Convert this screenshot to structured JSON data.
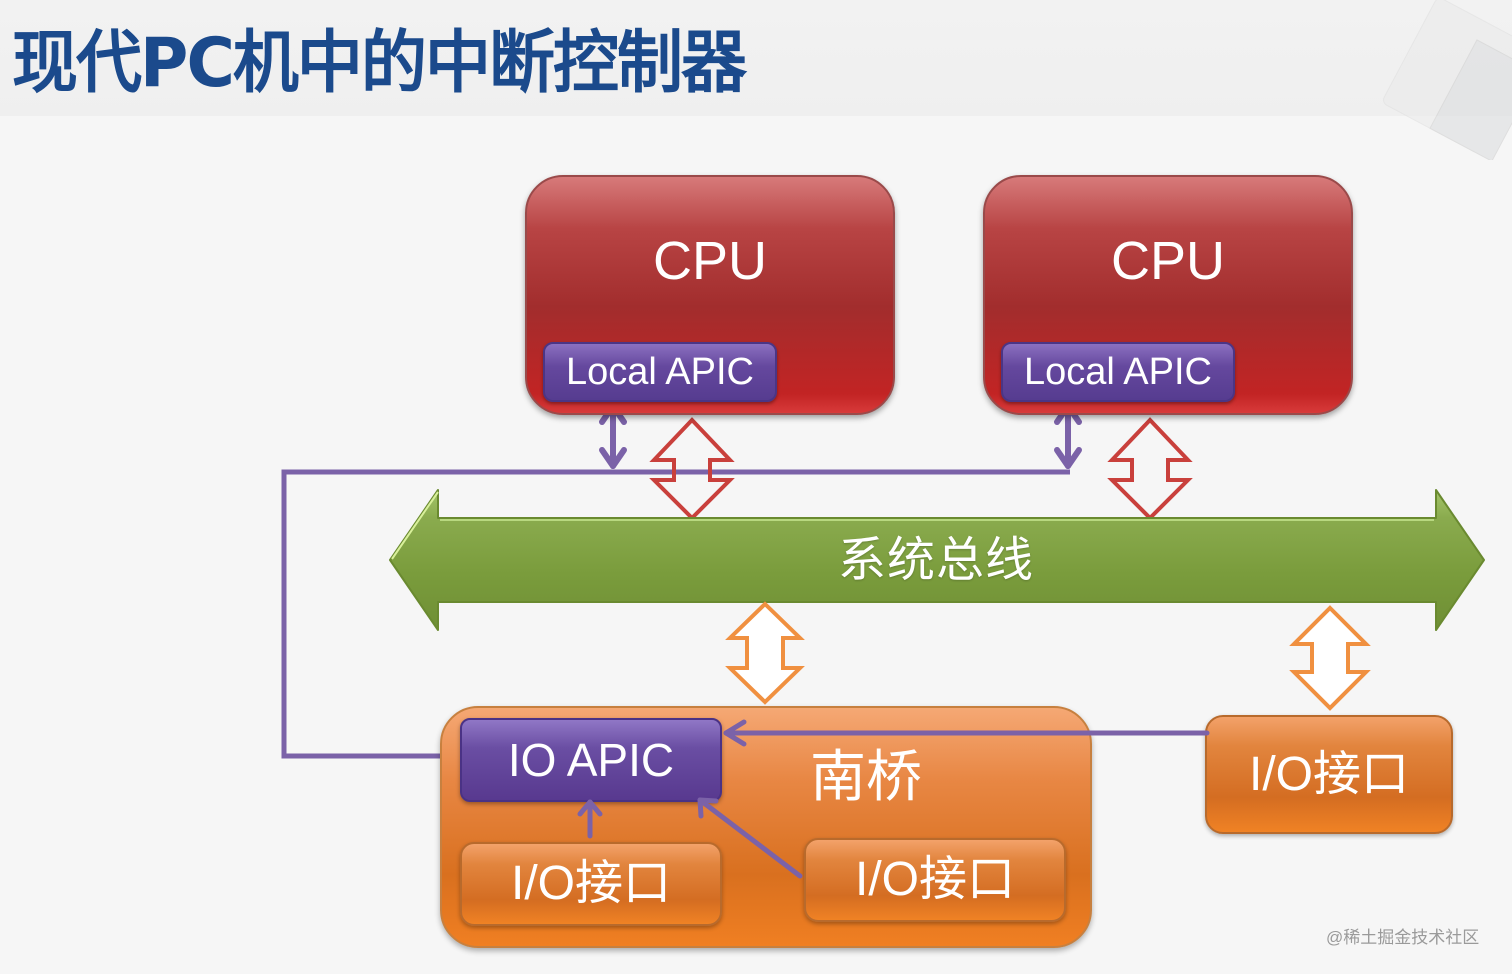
{
  "slide": {
    "title": "现代PC机中的中断控制器",
    "watermark": "@稀土掘金技术社区"
  },
  "colors": {
    "title": "#1b4a8c",
    "cpu": "#a22d2d",
    "apic": "#5e4399",
    "bus": "#7a9c3c",
    "southbridge": "#e07a2a",
    "connector_purple": "#7b62a8",
    "cpu_bus_arrow": "#c9403c",
    "sb_bus_arrow": "#f09040"
  },
  "diagram": {
    "cpus": [
      {
        "label": "CPU",
        "apic_label": "Local APIC"
      },
      {
        "label": "CPU",
        "apic_label": "Local APIC"
      }
    ],
    "system_bus": {
      "label": "系统总线"
    },
    "southbridge": {
      "label": "南桥",
      "io_apic_label": "IO APIC",
      "io_interfaces": [
        {
          "label": "I/O接口"
        },
        {
          "label": "I/O接口"
        }
      ]
    },
    "external_io": {
      "label": "I/O接口"
    },
    "connections": [
      {
        "from": "Local APIC (CPU 1)",
        "to": "APIC bus",
        "type": "bidirectional"
      },
      {
        "from": "Local APIC (CPU 2)",
        "to": "APIC bus",
        "type": "bidirectional"
      },
      {
        "from": "CPU 1",
        "to": "系统总线",
        "type": "bidirectional"
      },
      {
        "from": "CPU 2",
        "to": "系统总线",
        "type": "bidirectional"
      },
      {
        "from": "系统总线",
        "to": "南桥",
        "type": "bidirectional"
      },
      {
        "from": "系统总线",
        "to": "I/O接口 (external)",
        "type": "bidirectional"
      },
      {
        "from": "IO APIC",
        "to": "APIC bus",
        "type": "line"
      },
      {
        "from": "I/O接口 (external)",
        "to": "IO APIC",
        "type": "arrow"
      },
      {
        "from": "I/O接口 (inner 1)",
        "to": "IO APIC",
        "type": "arrow"
      },
      {
        "from": "I/O接口 (inner 2)",
        "to": "IO APIC",
        "type": "arrow"
      }
    ]
  }
}
